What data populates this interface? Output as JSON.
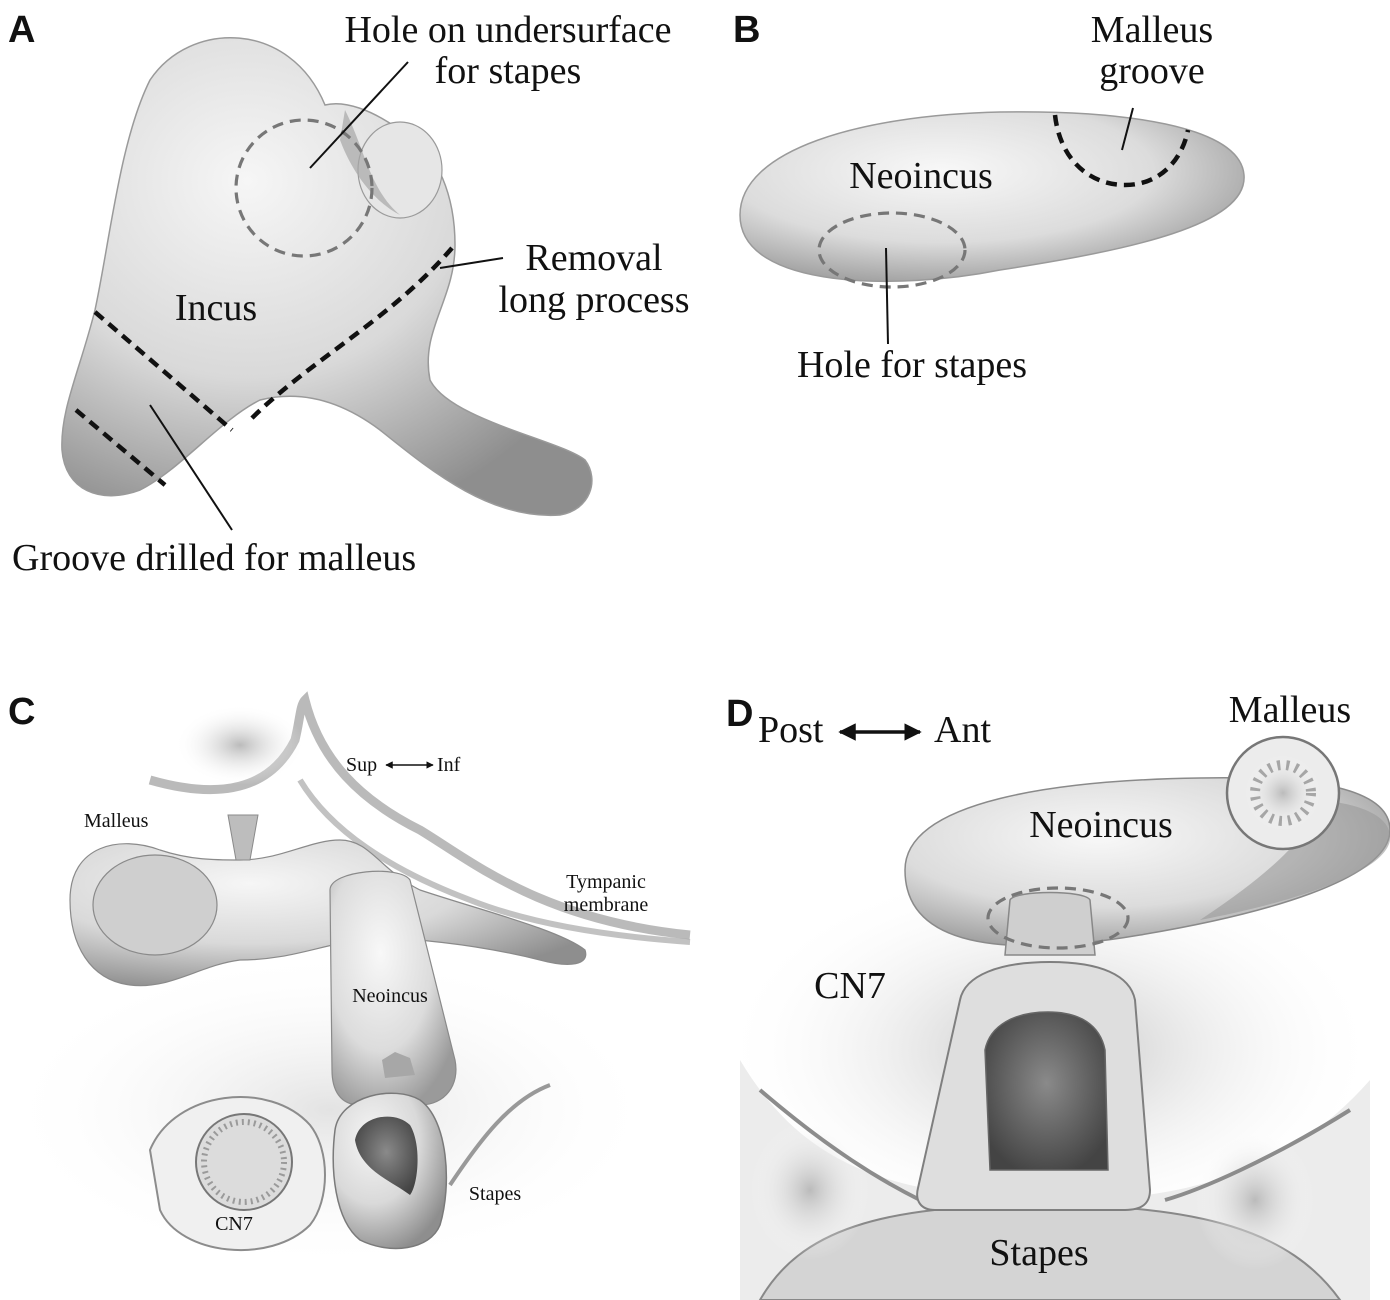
{
  "panels": {
    "a": {
      "letter": "A",
      "labels": {
        "hole_line1": "Hole on undersurface",
        "hole_line2": "for stapes",
        "incus": "Incus",
        "removal_line1": "Removal",
        "removal_line2": "long process",
        "groove": "Groove drilled for malleus"
      }
    },
    "b": {
      "letter": "B",
      "labels": {
        "malleus_groove_line1": "Malleus",
        "malleus_groove_line2": "groove",
        "neoincus": "Neoincus",
        "hole": "Hole for stapes"
      }
    },
    "c": {
      "letter": "C",
      "labels": {
        "malleus": "Malleus",
        "sup": "Sup",
        "inf": "Inf",
        "tympanic_line1": "Tympanic",
        "tympanic_line2": "membrane",
        "neoincus": "Neoincus",
        "cn7": "CN7",
        "stapes": "Stapes"
      }
    },
    "d": {
      "letter": "D",
      "labels": {
        "post": "Post",
        "ant": "Ant",
        "malleus": "Malleus",
        "neoincus": "Neoincus",
        "cn7": "CN7",
        "stapes": "Stapes"
      }
    }
  }
}
